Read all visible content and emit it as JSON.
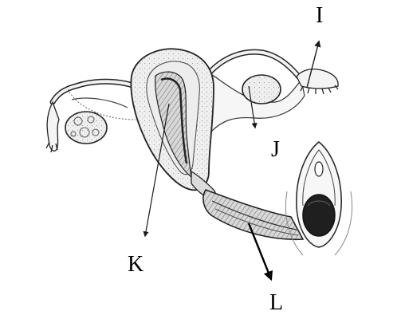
{
  "labels": {
    "i": "I",
    "j": "J",
    "k": "K",
    "l": "L"
  },
  "colors": {
    "ink": "#1a1a1a",
    "tissue": "#e9e9e9",
    "tissue_dark": "#bdbdbd",
    "cavity": "#3a3a3a",
    "background": "#ffffff"
  }
}
